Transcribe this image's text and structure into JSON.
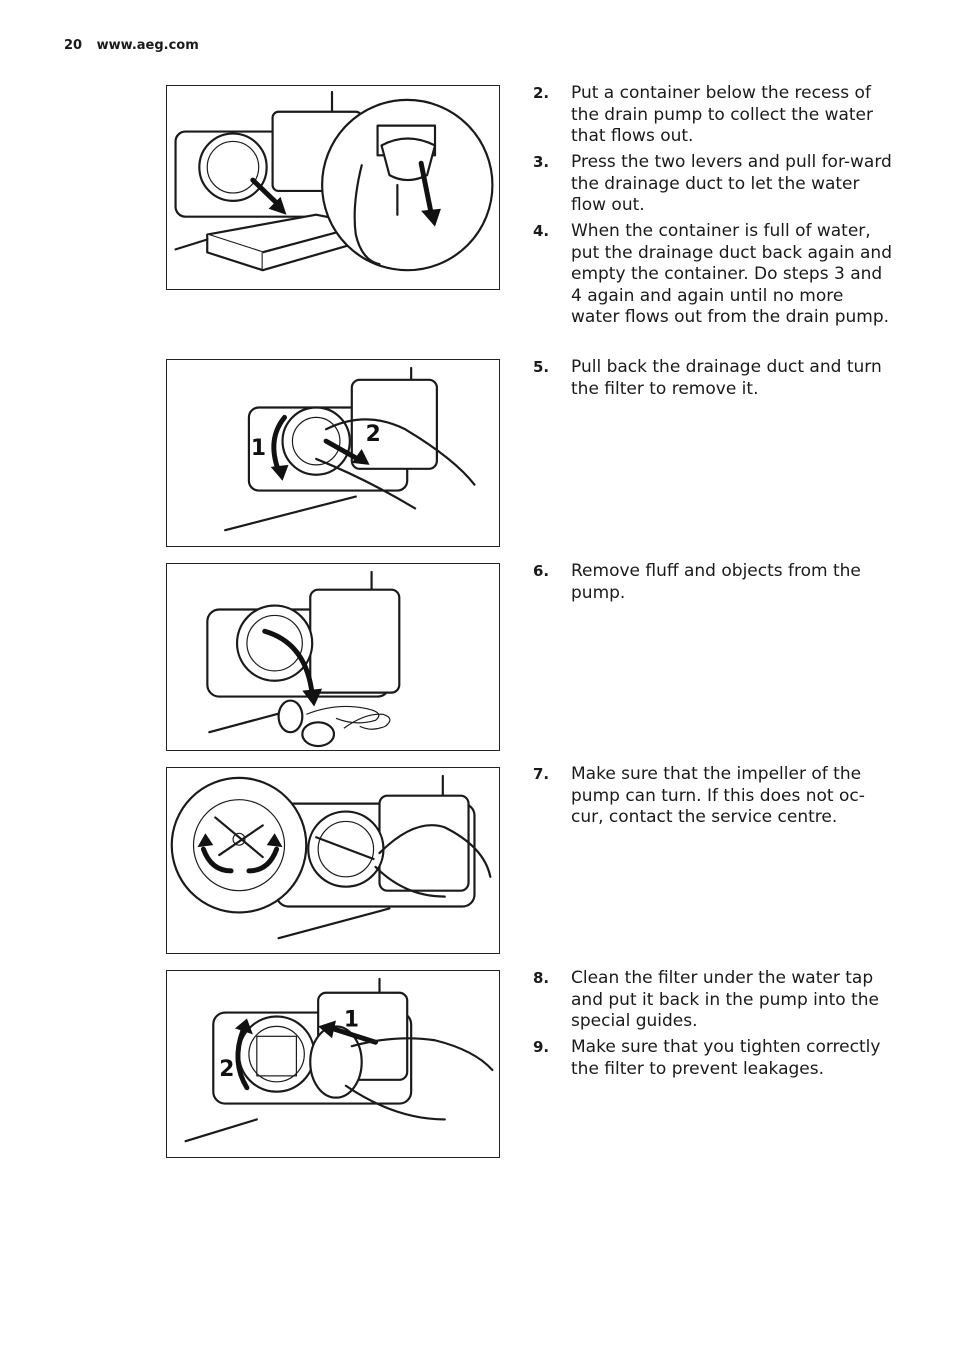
{
  "header": {
    "page_number": "20",
    "site": "www.aeg.com"
  },
  "steps": [
    {
      "num": "2.",
      "text": "Put a container below the recess of the drain pump to collect the water that flows out."
    },
    {
      "num": "3.",
      "text": "Press the two levers and pull for-ward the drainage duct to let the water flow out."
    },
    {
      "num": "4.",
      "text": "When the container is full of water, put the drainage duct back again and empty the container. Do steps 3 and 4 again and again until no more water flows out from the drain pump."
    },
    {
      "num": "5.",
      "text": "Pull back the drainage duct and turn the filter to remove it."
    },
    {
      "num": "6.",
      "text": "Remove fluff and objects from the pump."
    },
    {
      "num": "7.",
      "text": "Make sure that the impeller of the pump can turn. If this does not oc-cur, contact the service centre."
    },
    {
      "num": "8.",
      "text": "Clean the filter under the water tap and put it back in the pump into the special guides."
    },
    {
      "num": "9.",
      "text": "Make sure that you tighten correctly the filter to prevent leakages."
    }
  ],
  "figures": {
    "fig2": {
      "label_1": "1",
      "label_2": "2"
    },
    "fig5": {
      "label_1": "1",
      "label_2": "2"
    }
  }
}
